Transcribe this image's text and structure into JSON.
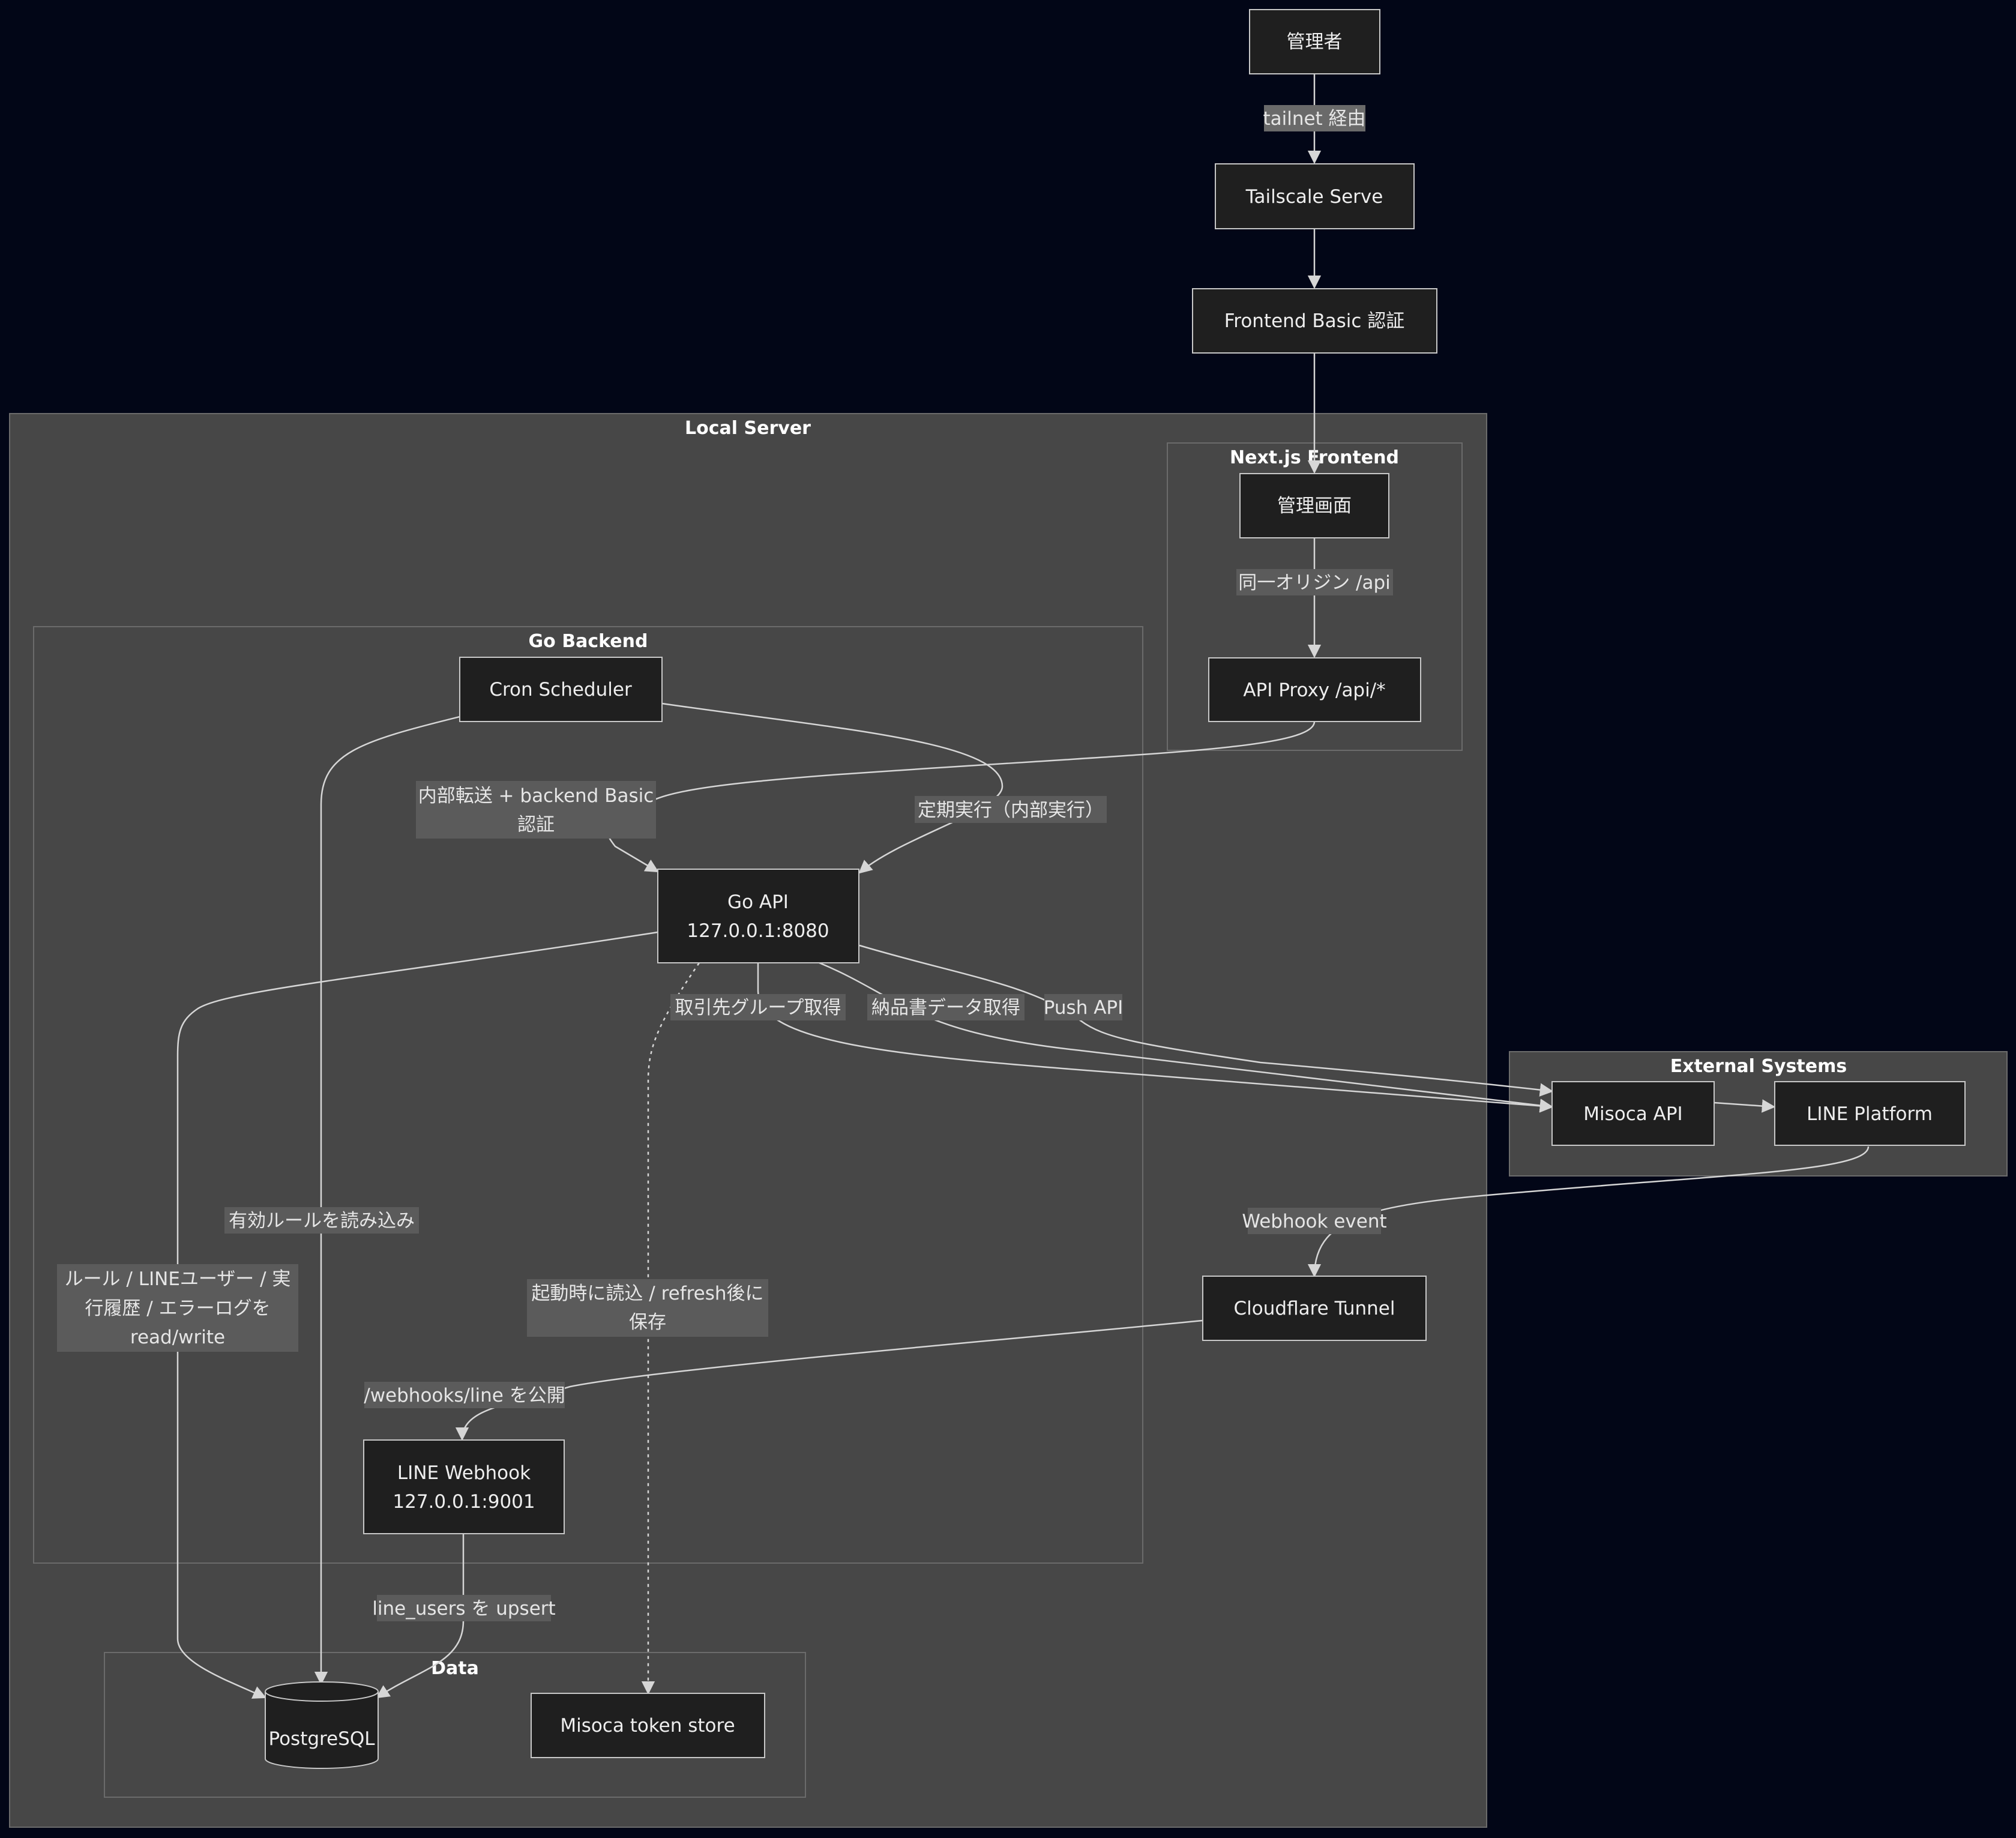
{
  "clusters": {
    "local_server": "Local Server",
    "nextjs_frontend": "Next.js Frontend",
    "go_backend": "Go Backend",
    "external_systems": "External Systems",
    "data": "Data"
  },
  "nodes": {
    "admin": "管理者",
    "tailscale": "Tailscale Serve",
    "frontend_basic": "Frontend Basic 認証",
    "admin_screen": "管理画面",
    "api_proxy": "API Proxy /api/*",
    "cron": "Cron Scheduler",
    "go_api_line1": "Go API",
    "go_api_line2": "127.0.0.1:8080",
    "misoca_api": "Misoca API",
    "line_platform": "LINE Platform",
    "cloudflare": "Cloudflare Tunnel",
    "line_webhook_line1": "LINE Webhook",
    "line_webhook_line2": "127.0.0.1:9001",
    "postgres": "PostgreSQL",
    "token_store": "Misoca token store"
  },
  "edges": {
    "tailnet": "tailnet 経由",
    "same_origin": "同一オリジン /api",
    "internal_forward_1": "内部転送 + backend Basic",
    "internal_forward_2": "認証",
    "periodic": "定期実行（内部実行）",
    "client_group": "取引先グループ取得",
    "delivery_data": "納品書データ取得",
    "push_api": "Push API",
    "load_rules": "有効ルールを読み込み",
    "rw_1": "ルール / LINEユーザー / 実",
    "rw_2": "行履歴 / エラーログを",
    "rw_3": "read/write",
    "token_1": "起動時に読込 / refresh後に",
    "token_2": "保存",
    "webhook_event": "Webhook event",
    "publish": "/webhooks/line を公開",
    "upsert": "line_users を upsert"
  }
}
